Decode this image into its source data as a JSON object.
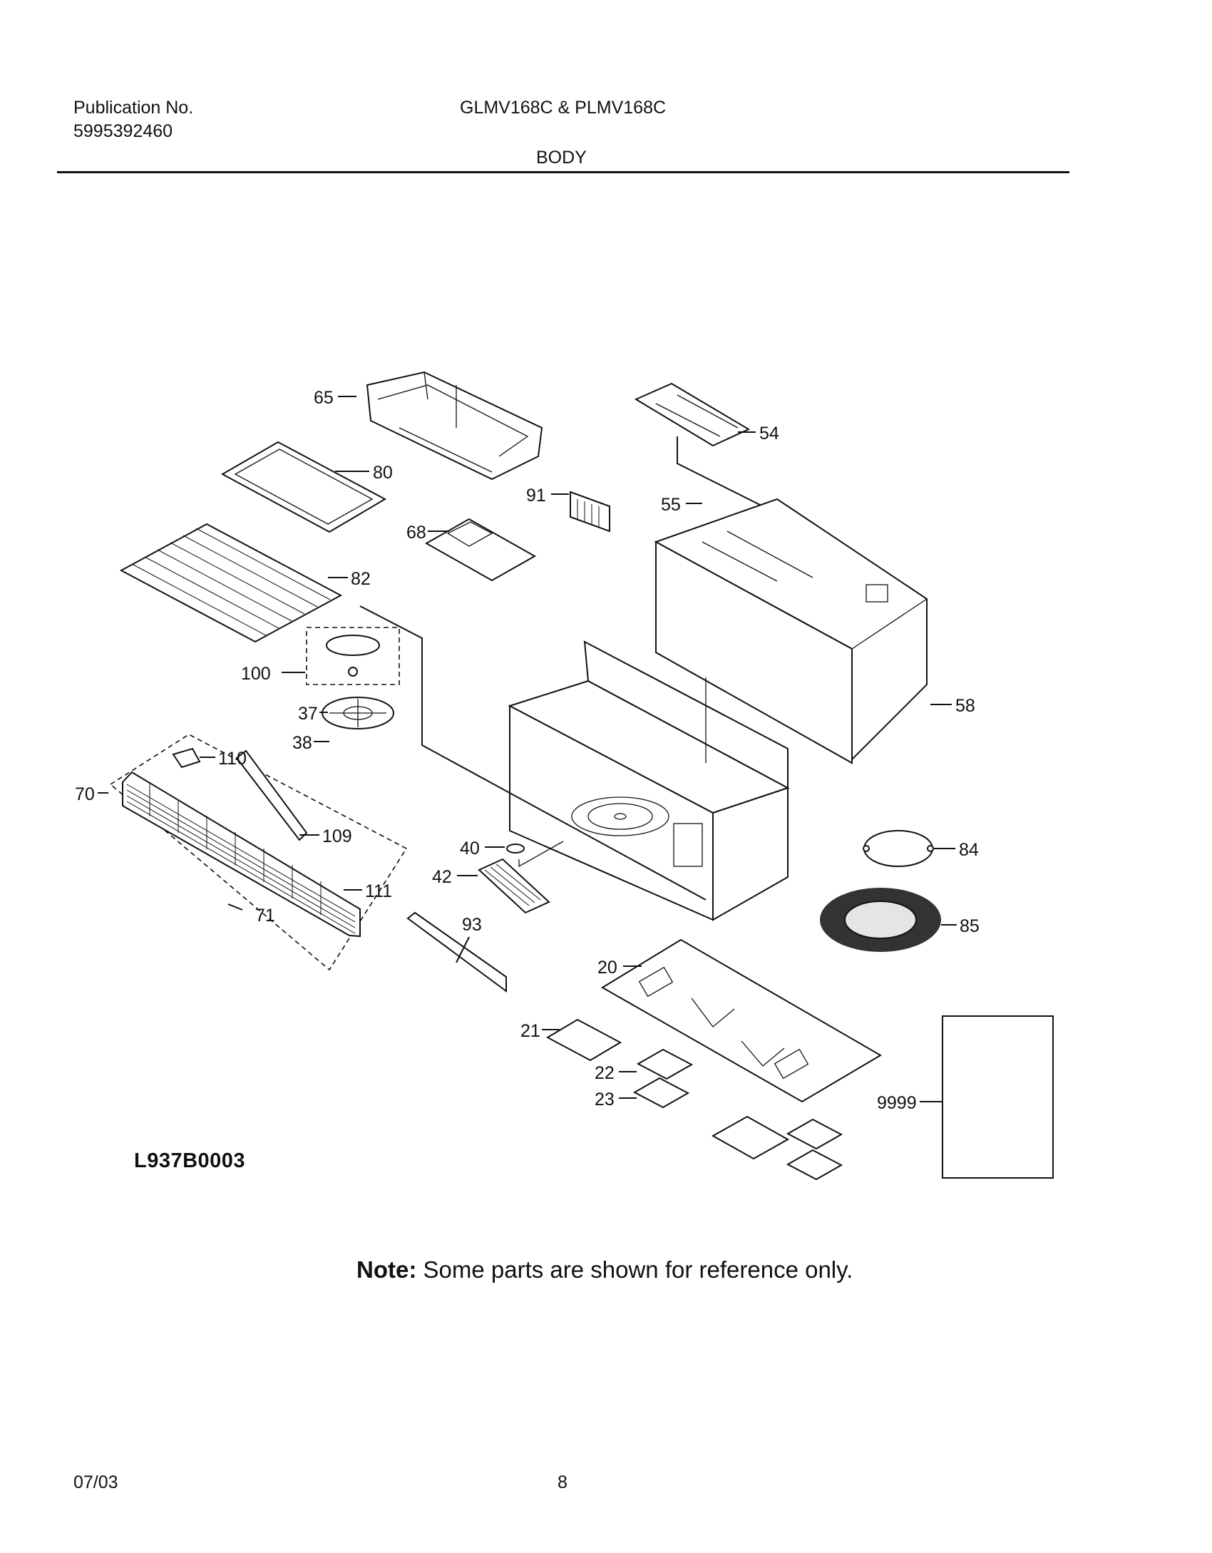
{
  "header": {
    "publication_label": "Publication No.",
    "publication_number": "5995392460",
    "model": "GLMV168C & PLMV168C",
    "section": "BODY"
  },
  "diagram": {
    "code": "L937B0003",
    "callouts": {
      "p65": "65",
      "p54": "54",
      "p80": "80",
      "p91": "91",
      "p55": "55",
      "p68": "68",
      "p82": "82",
      "p100": "100",
      "p37": "37",
      "p38": "38",
      "p58": "58",
      "p110": "110",
      "p70": "70",
      "p109": "109",
      "p40": "40",
      "p84": "84",
      "p42": "42",
      "p111": "111",
      "p71": "71",
      "p93": "93",
      "p85": "85",
      "p20": "20",
      "p21": "21",
      "p22": "22",
      "p23": "23",
      "p9999": "9999"
    }
  },
  "note": {
    "label": "Note:",
    "text": " Some parts are shown for reference only."
  },
  "footer": {
    "date": "07/03",
    "page": "8"
  }
}
